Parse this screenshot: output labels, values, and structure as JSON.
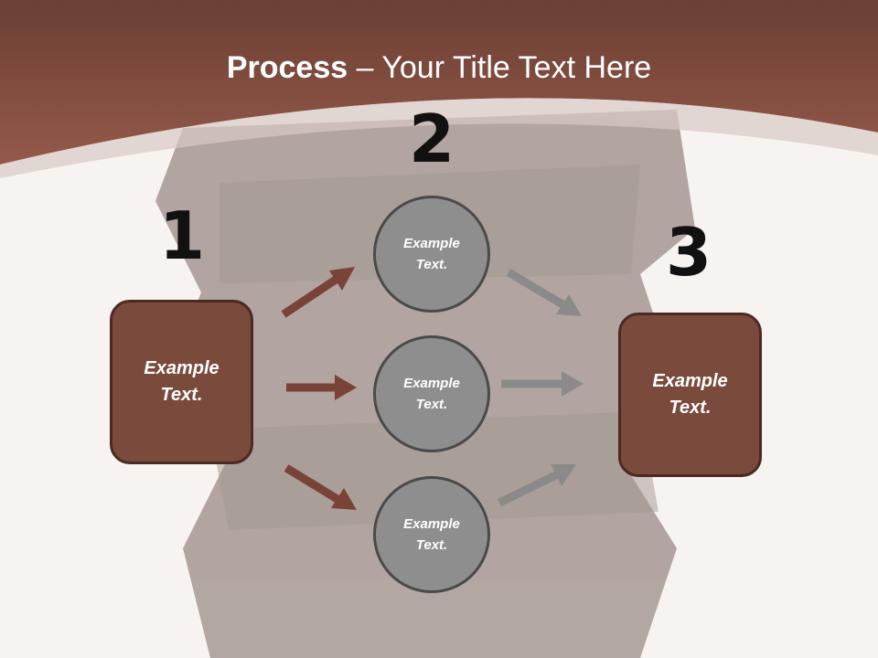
{
  "title": {
    "bold": "Process",
    "rest": " – Your Title Text Here"
  },
  "steps": {
    "one": "1",
    "two": "2",
    "three": "3"
  },
  "left_box": {
    "text": "Example Text."
  },
  "right_box": {
    "text": "Example Text."
  },
  "circles": [
    {
      "text": "Example Text."
    },
    {
      "text": "Example Text."
    },
    {
      "text": "Example Text."
    }
  ],
  "colors": {
    "brown": "#7a4a3c",
    "brown_dark": "#4a2a22",
    "gray": "#8e8e8e",
    "arrow_brown": "#7a4338",
    "arrow_gray": "#8a8a8a"
  }
}
